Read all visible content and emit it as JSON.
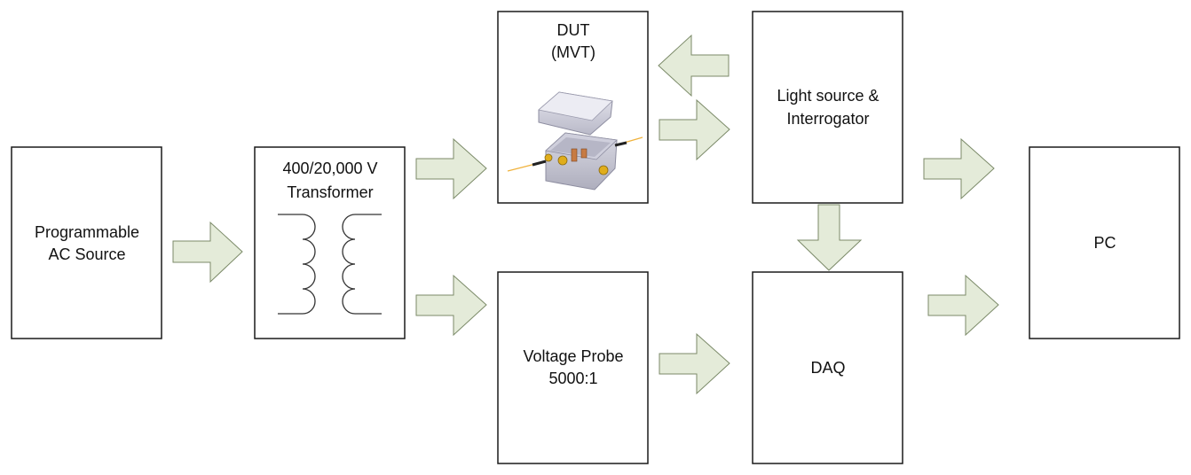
{
  "diagram": {
    "blocks": {
      "ac_source": {
        "lines": [
          "Programmable",
          "AC Source"
        ]
      },
      "transformer": {
        "lines": [
          "400/20,000 V",
          "Transformer"
        ]
      },
      "dut": {
        "lines": [
          "DUT",
          "(MVT)"
        ]
      },
      "light_source": {
        "lines": [
          "Light source &",
          "Interrogator"
        ]
      },
      "voltage_probe": {
        "lines": [
          "Voltage Probe",
          "5000:1"
        ]
      },
      "daq": {
        "lines": [
          "DAQ"
        ]
      },
      "pc": {
        "lines": [
          "PC"
        ]
      }
    },
    "colors": {
      "arrow_fill": "#e4ebd9",
      "arrow_stroke": "#7b8a68",
      "box_stroke": "#1a1a1a",
      "coil": "#333333",
      "enclosure": "#c9c9d6",
      "fiber": "#f0b23c",
      "connector": "#e0ad1b"
    },
    "arrows": [
      {
        "from": "ac_source",
        "to": "transformer"
      },
      {
        "from": "transformer",
        "to": "dut"
      },
      {
        "from": "transformer",
        "to": "voltage_probe"
      },
      {
        "from": "light_source",
        "to": "dut"
      },
      {
        "from": "dut",
        "to": "light_source"
      },
      {
        "from": "light_source",
        "to": "daq"
      },
      {
        "from": "light_source",
        "to": "pc"
      },
      {
        "from": "voltage_probe",
        "to": "daq"
      },
      {
        "from": "daq",
        "to": "pc"
      }
    ]
  }
}
